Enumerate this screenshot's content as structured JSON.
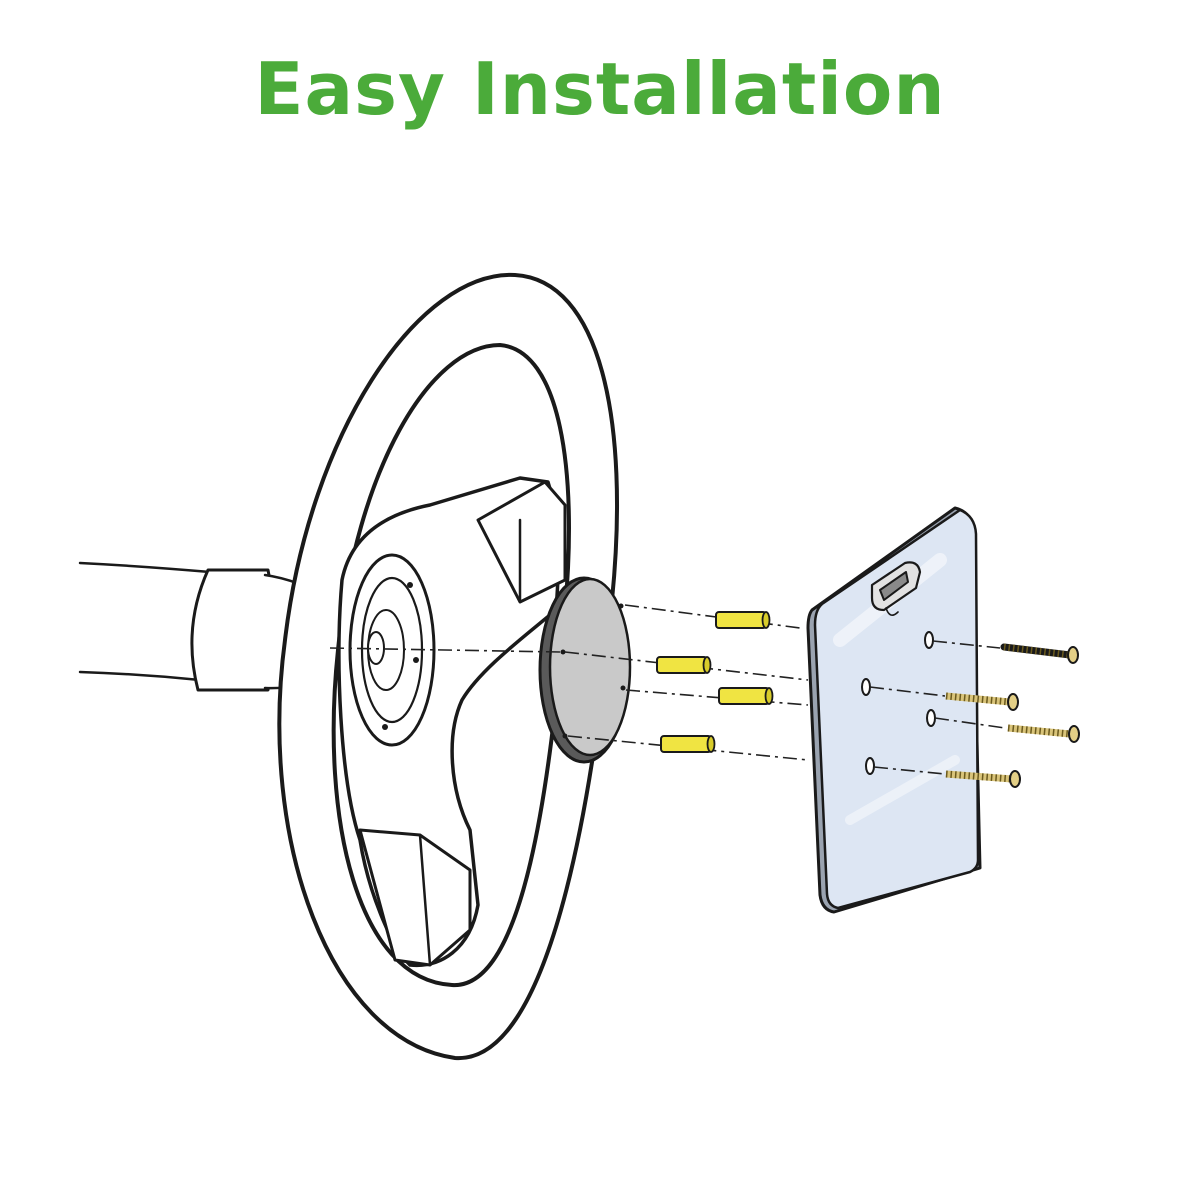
{
  "header": {
    "title": "Easy Installation"
  },
  "colors": {
    "title": "#4bab3a",
    "outline": "#1a1a1a",
    "disc": "#c9c9c9",
    "spacer": "#f0e442",
    "screw": "#d9c47a",
    "plate": "#dbe4f2"
  },
  "parts": {
    "spacer_count": 4,
    "screw_count": 4
  }
}
